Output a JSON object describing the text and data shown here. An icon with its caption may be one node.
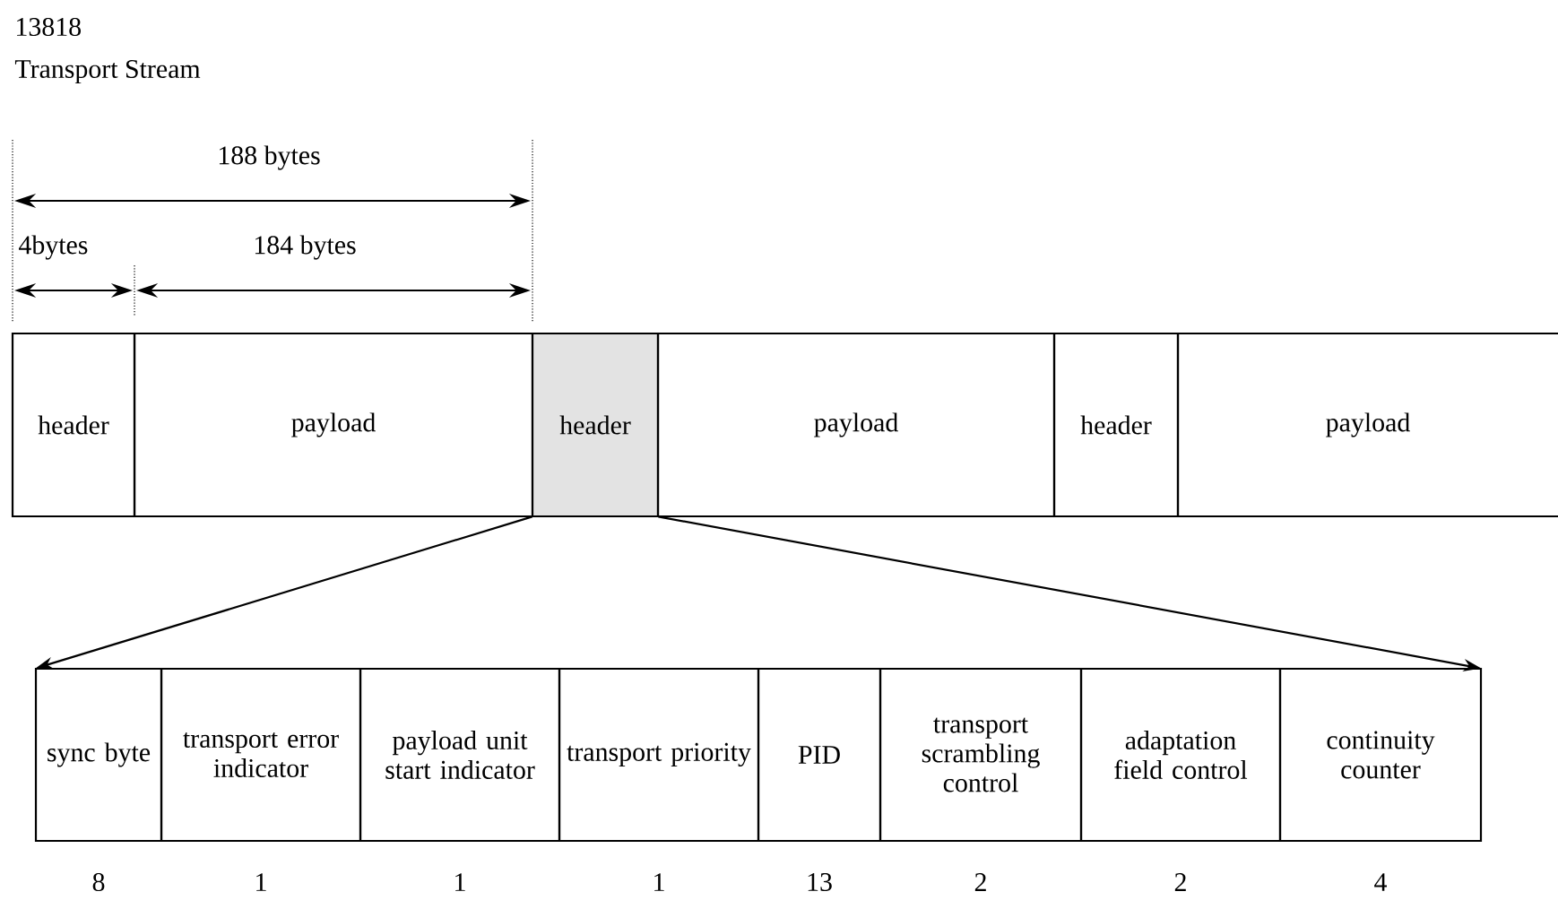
{
  "diagram": {
    "nodes": [
      {
        "text": [
          "header"
        ]
      },
      {
        "text": [
          "payload"
        ]
      },
      {
        "text": [
          "header"
        ]
      },
      {
        "text": [
          "payload"
        ]
      },
      {
        "text": [
          "header"
        ]
      },
      {
        "text": [
          "payload"
        ]
      },
      {
        "text": [
          "sync byte"
        ],
        "beside": [
          "8"
        ]
      },
      {
        "text": [
          "transport error indicator"
        ],
        "beside": [
          "1"
        ]
      },
      {
        "text": [
          "payload unit start indicator"
        ],
        "beside": [
          "1"
        ]
      },
      {
        "text": [
          "transport priority"
        ],
        "beside": [
          "1"
        ]
      },
      {
        "text": [
          "PID"
        ],
        "beside": [
          "13"
        ]
      },
      {
        "text": [
          "transport scrambling control"
        ],
        "beside": [
          "2"
        ]
      },
      {
        "text": [
          "adaptation field control"
        ],
        "beside": [
          "2"
        ]
      },
      {
        "text": [
          "continuity counter"
        ],
        "beside": [
          "4"
        ]
      }
    ],
    "edges": [
      {
        "from": 2,
        "to": 6,
        "arrow": "to"
      },
      {
        "from": 2,
        "to": 13,
        "arrow": "to"
      }
    ],
    "labels": [
      "13818",
      "Transport Stream",
      "188 bytes",
      "4bytes",
      "184 bytes"
    ]
  }
}
